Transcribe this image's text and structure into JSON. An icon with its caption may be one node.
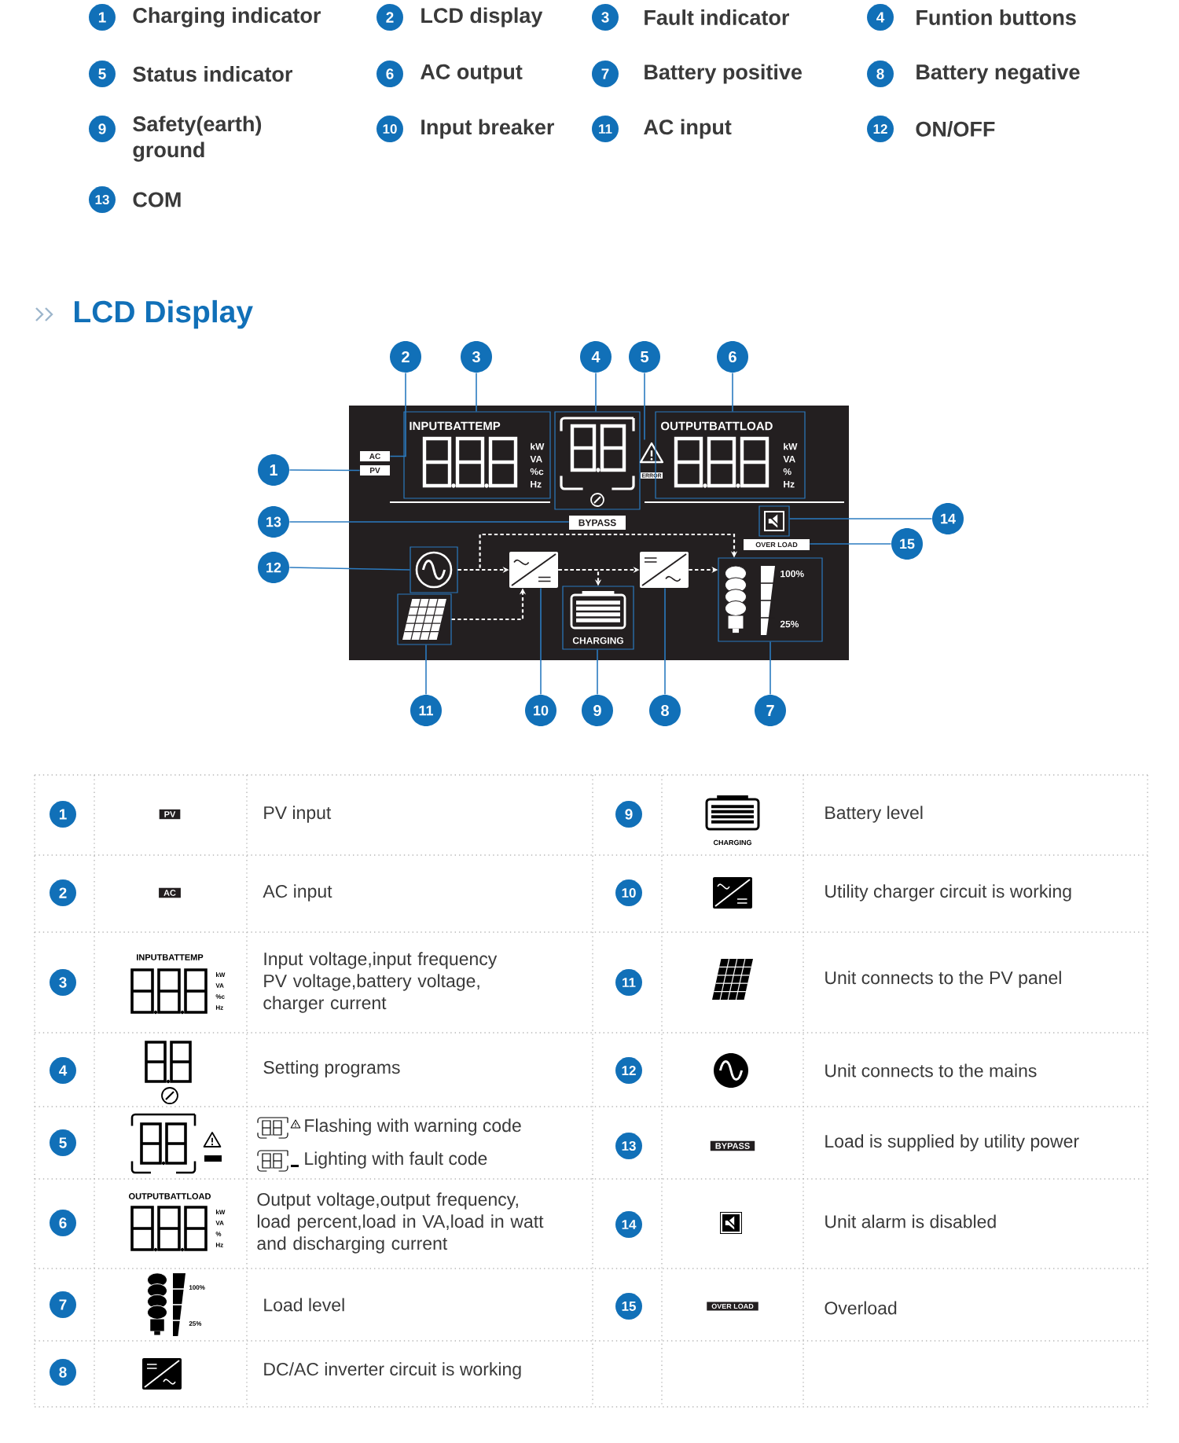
{
  "diagram": {
    "title": "LCD Display",
    "nodes": [
      {
        "text": [],
        "shape": "box"
      },
      {
        "text": [
          "PV"
        ],
        "in": 0
      },
      {
        "text": [
          "AC"
        ],
        "in": 0
      },
      {
        "text": [
          "INPUTBATTEMP",
          "kW",
          "VA",
          "%c",
          "Hz"
        ],
        "in": 0
      },
      {
        "text": [],
        "shape": "box",
        "in": 0
      },
      {
        "text": [
          "ERROR"
        ],
        "in": 0
      },
      {
        "text": [
          "OUTPUTBATTLOAD",
          "kW",
          "VA",
          "%",
          "Hz"
        ],
        "in": 0
      },
      {
        "text": [
          "BYPASS"
        ],
        "in": 0
      },
      {
        "text": [],
        "shape": "box",
        "in": 0
      },
      {
        "text": [
          "OVER LOAD"
        ],
        "in": 0
      },
      {
        "text": [],
        "shape": "box",
        "in": 0
      },
      {
        "text": [],
        "shape": "box",
        "in": 0
      },
      {
        "text": [],
        "shape": "box",
        "in": 0
      },
      {
        "text": [
          "CHARGING"
        ],
        "in": 0
      },
      {
        "text": [],
        "shape": "box",
        "in": 0
      },
      {
        "text": [
          "100%",
          "25%"
        ],
        "in": 0
      },
      {
        "text": [
          "1"
        ]
      },
      {
        "text": [
          "2"
        ]
      },
      {
        "text": [
          "3"
        ]
      },
      {
        "text": [
          "4"
        ]
      },
      {
        "text": [
          "5"
        ]
      },
      {
        "text": [
          "6"
        ]
      },
      {
        "text": [
          "7"
        ]
      },
      {
        "text": [
          "8"
        ]
      },
      {
        "text": [
          "9"
        ]
      },
      {
        "text": [
          "10"
        ]
      },
      {
        "text": [
          "11"
        ]
      },
      {
        "text": [
          "12"
        ]
      },
      {
        "text": [
          "13"
        ]
      },
      {
        "text": [
          "14"
        ]
      },
      {
        "text": [
          "15"
        ]
      }
    ],
    "edges": [
      {
        "from": 16,
        "to": 1,
        "arrow": "none"
      },
      {
        "from": 17,
        "to": 2,
        "arrow": "none"
      },
      {
        "from": 18,
        "to": 3,
        "arrow": "none"
      },
      {
        "from": 19,
        "to": 4,
        "arrow": "none"
      },
      {
        "from": 20,
        "to": 5,
        "arrow": "none"
      },
      {
        "from": 21,
        "to": 6,
        "arrow": "none"
      },
      {
        "from": 22,
        "to": 15,
        "arrow": "none"
      },
      {
        "from": 23,
        "to": 14,
        "arrow": "none"
      },
      {
        "from": 24,
        "to": 13,
        "arrow": "none"
      },
      {
        "from": 25,
        "to": 12,
        "arrow": "none"
      },
      {
        "from": 26,
        "to": 11,
        "arrow": "none"
      },
      {
        "from": 27,
        "to": 10,
        "arrow": "none"
      },
      {
        "from": 28,
        "to": 7,
        "arrow": "none"
      },
      {
        "from": 29,
        "to": 8,
        "arrow": "none"
      },
      {
        "from": 30,
        "to": 9,
        "arrow": "none"
      },
      {
        "from": 10,
        "to": 12,
        "arrow": "to",
        "style": "dashed",
        "color": "#ffffff"
      },
      {
        "from": 10,
        "to": 15,
        "arrow": "to",
        "style": "dashed",
        "color": "#ffffff"
      },
      {
        "from": 11,
        "to": 12,
        "arrow": "to",
        "style": "dashed",
        "color": "#ffffff"
      },
      {
        "from": 12,
        "to": 13,
        "arrow": "to",
        "style": "dashed",
        "color": "#ffffff"
      },
      {
        "from": 12,
        "to": 14,
        "arrow": "to",
        "style": "dashed",
        "color": "#ffffff"
      },
      {
        "from": 14,
        "to": 15,
        "arrow": "to",
        "style": "dashed",
        "color": "#ffffff"
      }
    ],
    "labels": [
      "1",
      "Charging indicator",
      "2",
      "LCD display",
      "3",
      "Fault indicator",
      "4",
      "Funtion buttons",
      "5",
      "Status indicator",
      "6",
      "AC output",
      "7",
      "Battery positive",
      "8",
      "Battery negative",
      "9",
      "Safety(earth) ground",
      "10",
      "Input breaker",
      "11",
      "AC input",
      "12",
      "ON/OFF",
      "13",
      "COM",
      "1",
      "PV",
      "PV input",
      "9",
      "CHARGING",
      "Battery level",
      "2",
      "AC",
      "AC input",
      "10",
      "Utility charger circuit is working",
      "3",
      "INPUTBATTEMP",
      "kW",
      "VA",
      "%c",
      "Hz",
      "Input voltage,input frequency PV voltage,battery voltage, charger current",
      "11",
      "Unit connects to the PV panel",
      "4",
      "Setting programs",
      "12",
      "Unit connects to the mains",
      "5",
      "Flashing with warning code",
      "Lighting with fault code",
      "13",
      "BYPASS",
      "Load is supplied by utility power",
      "6",
      "OUTPUTBATTLOAD",
      "kW",
      "VA",
      "%",
      "Hz",
      "Output voltage,output frequency, load percent,load in VA,load in watt and discharging current",
      "14",
      "Unit alarm is disabled",
      "7",
      "100%",
      "25%",
      "Load level",
      "15",
      "OVER LOAD",
      "Overload",
      "8",
      "DC/AC inverter circuit is working"
    ]
  }
}
